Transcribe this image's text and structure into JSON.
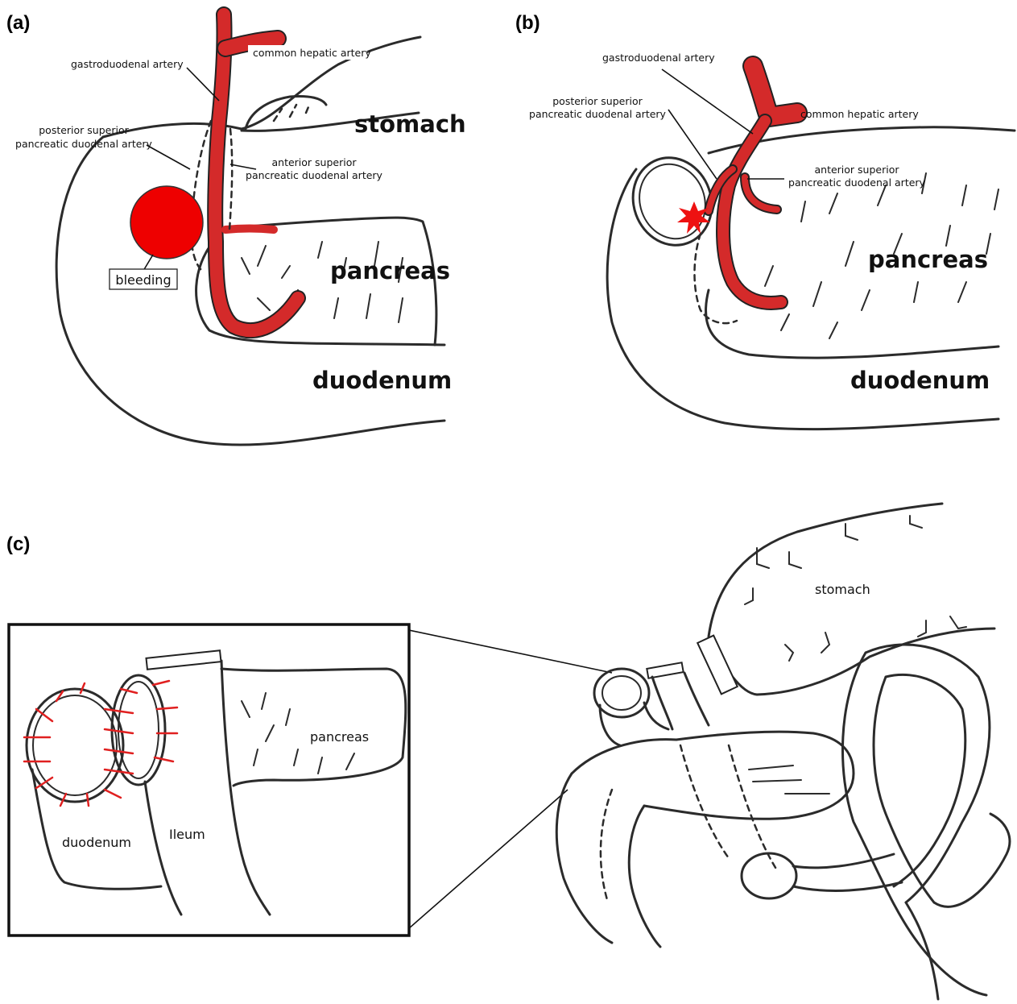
{
  "panels": {
    "a": {
      "label": "(a)",
      "stomach": "stomach",
      "pancreas": "pancreas",
      "duodenum": "duodenum",
      "common_hepatic": "common hepatic artery",
      "gastroduodenal": "gastroduodenal artery",
      "psp_line1": "posterior superior",
      "psp_line2": "pancreatic duodenal artery",
      "asp_line1": "anterior superior",
      "asp_line2": "pancreatic duodenal artery",
      "bleeding": "bleeding"
    },
    "b": {
      "label": "(b)",
      "pancreas": "pancreas",
      "duodenum": "duodenum",
      "gastroduodenal": "gastroduodenal artery",
      "common_hepatic": "common hepatic artery",
      "psp_line1": "posterior superior",
      "psp_line2": "pancreatic duodenal artery",
      "asp_line1": "anterior superior",
      "asp_line2": "pancreatic duodenal artery"
    },
    "c": {
      "label": "(c)",
      "stomach": "stomach",
      "pancreas": "pancreas",
      "duodenum": "duodenum",
      "ileum": "Ileum"
    }
  },
  "colors": {
    "artery": "#d42a2a",
    "bleeding": "#ee0000",
    "suture": "#e02020",
    "outline": "#2b2b2b"
  }
}
